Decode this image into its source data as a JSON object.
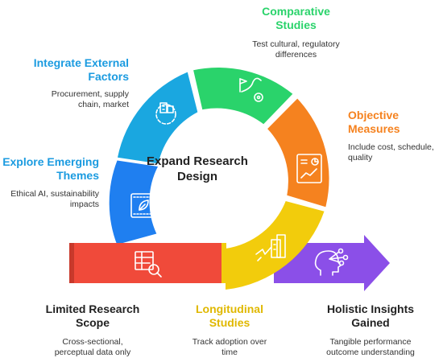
{
  "center_title_line1": "Expand Research",
  "center_title_line2": "Design",
  "stages": {
    "comparative": {
      "title_line1": "Comparative",
      "title_line2": "Studies",
      "desc_line1": "Test cultural, regulatory",
      "desc_line2": "differences",
      "color": "#2ad36b",
      "icon": "map-route-icon"
    },
    "objective": {
      "title_line1": "Objective",
      "title_line2": "Measures",
      "desc_line1": "Include cost, schedule,",
      "desc_line2": "quality",
      "color": "#f5821f",
      "icon": "dashboard-icon"
    },
    "longitudinal": {
      "title_line1": "Longitudinal",
      "title_line2": "Studies",
      "desc_line1": "Track adoption over",
      "desc_line2": "time",
      "color": "#f2cc0c",
      "icon": "buildings-growth-icon"
    },
    "holistic": {
      "title_line1": "Holistic Insights",
      "title_line2": "Gained",
      "desc_line1": "Tangible performance",
      "desc_line2": "outcome understanding",
      "color": "#8b4fe8",
      "icon": "head-network-icon"
    },
    "limited": {
      "title_line1": "Limited Research",
      "title_line2": "Scope",
      "desc_line1": "Cross-sectional,",
      "desc_line2": "perceptual data only",
      "color": "#f04a3a",
      "icon": "table-search-icon"
    },
    "emerging": {
      "title_line1": "Explore Emerging",
      "title_line2": "Themes",
      "desc_line1": "Ethical AI, sustainability",
      "desc_line2": "impacts",
      "color": "#1f7ff0",
      "icon": "leaf-frame-icon"
    },
    "external": {
      "title_line1": "Integrate External",
      "title_line2": "Factors",
      "desc_line1": "Procurement, supply",
      "desc_line2": "chain, market",
      "color": "#1aa7e0",
      "icon": "gear-building-icon"
    }
  },
  "title_colors": {
    "blue": "#1b9be0",
    "green": "#2ad36b",
    "orange": "#f5821f",
    "yellow": "#e0b800",
    "dark": "#222222"
  }
}
